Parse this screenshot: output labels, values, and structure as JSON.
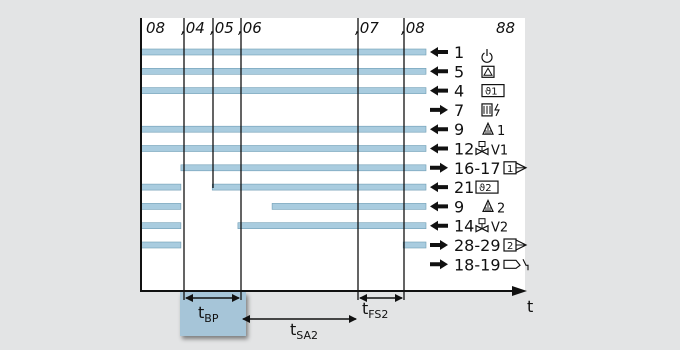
{
  "top_labels": [
    {
      "text": "08"
    },
    {
      "text": ",04"
    },
    {
      "text": ",05"
    },
    {
      "text": ",06"
    },
    {
      "text": ",07"
    },
    {
      "text": ",08"
    }
  ],
  "display_label": "88",
  "colors": {
    "background": "#e3e4e5",
    "panel": "#ffffff",
    "bar": "#a9ccdf",
    "bar_edge": "#6f9db5",
    "tbp_box": "#a6c5d8",
    "line": "#111111"
  },
  "rows": [
    {
      "number": "1",
      "direction": "left",
      "code": "",
      "icon": "power-icon",
      "active": [
        [
          0.0,
          1.0
        ]
      ]
    },
    {
      "number": "5",
      "direction": "left",
      "code": "",
      "icon": "warning-triangle-box-icon",
      "active": [
        [
          0.0,
          1.0
        ]
      ]
    },
    {
      "number": "4",
      "direction": "left",
      "code": "",
      "icon": "temperature-sensor-1-icon",
      "active": [
        [
          0.0,
          1.0
        ]
      ]
    },
    {
      "number": "7",
      "direction": "right",
      "code": "",
      "icon": "heating-element-icon",
      "active": []
    },
    {
      "number": "9",
      "direction": "left",
      "code": "1",
      "icon": "thermostat-icon",
      "active": [
        [
          0.0,
          1.0
        ]
      ]
    },
    {
      "number": "12",
      "direction": "left",
      "code": "V1",
      "icon": "gas-valve-icon",
      "active": [
        [
          0.0,
          1.0
        ]
      ]
    },
    {
      "number": "16-17",
      "direction": "right",
      "code": "",
      "icon": "fan-stage-1-icon",
      "active": [
        [
          0.14,
          1.0
        ]
      ]
    },
    {
      "number": "21",
      "direction": "left",
      "code": "",
      "icon": "temperature-sensor-2-icon",
      "active": [
        [
          0.0,
          0.14
        ],
        [
          0.25,
          1.0
        ]
      ]
    },
    {
      "number": "9",
      "direction": "left",
      "code": "2",
      "icon": "thermostat-icon",
      "active": [
        [
          0.0,
          0.14
        ],
        [
          0.46,
          1.0
        ]
      ]
    },
    {
      "number": "14",
      "direction": "left",
      "code": "V2",
      "icon": "gas-valve-icon",
      "active": [
        [
          0.0,
          0.14
        ],
        [
          0.34,
          1.0
        ]
      ]
    },
    {
      "number": "28-29",
      "direction": "right",
      "code": "",
      "icon": "fan-stage-2-icon",
      "active": [
        [
          0.0,
          0.14
        ],
        [
          0.92,
          1.0
        ]
      ]
    },
    {
      "number": "18-19",
      "direction": "right",
      "code": "",
      "icon": "ignition-electrode-icon",
      "active": []
    }
  ],
  "axis_label": "t",
  "intervals": [
    {
      "main": "t",
      "sub": "BP"
    },
    {
      "main": "t",
      "sub": "SA2"
    },
    {
      "main": "t",
      "sub": "FS2"
    }
  ]
}
